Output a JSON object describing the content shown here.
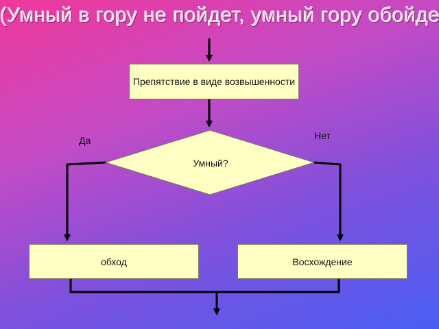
{
  "title": "(Умный в гору не пойдет, умный гору обойдет)",
  "flowchart": {
    "start_box": "Препятствие в виде возвышенности",
    "decision": "Умный?",
    "yes_label": "Да",
    "no_label": "Нет",
    "left_box": "обход",
    "right_box": "Восхождение"
  },
  "colors": {
    "box_fill": "#ffffc4",
    "lines": "#000000"
  }
}
